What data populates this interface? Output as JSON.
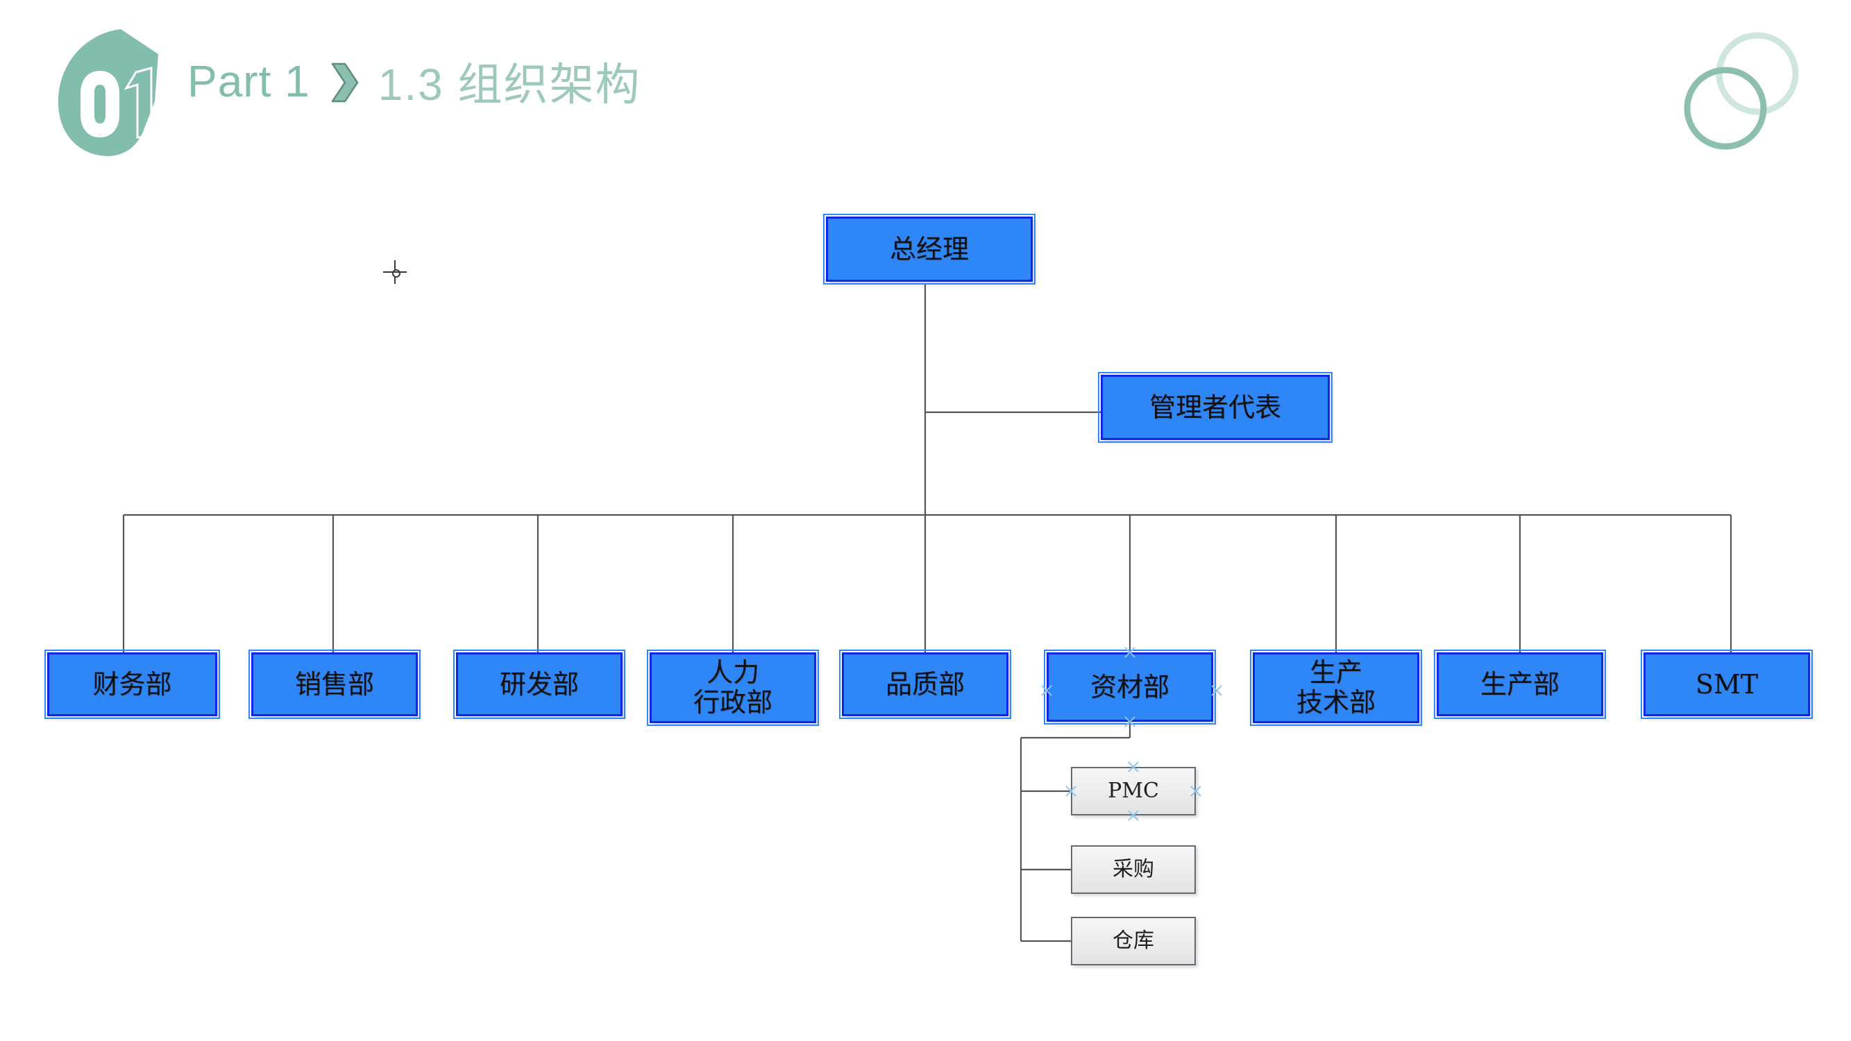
{
  "slide": {
    "background_color": "#ffffff",
    "accent_color": "#83bdad",
    "node_fill": "#2f87f7",
    "node_border": "#0b27e8",
    "sub_node_fill": "#ececec",
    "sub_node_border": "#5f6a72"
  },
  "header": {
    "badge_number": "01",
    "part_label": "Part 1",
    "chevron_icon": "chevron-right-icon",
    "section_label": "1.3 组织架构",
    "decoration_icon": "two-overlapping-circles-icon"
  },
  "chart_data": {
    "type": "diagram",
    "title": "1.3 组织架构",
    "root": {
      "label": "总经理"
    },
    "staff": [
      {
        "label": "管理者代表"
      }
    ],
    "departments": [
      {
        "label": "财务部"
      },
      {
        "label": "销售部"
      },
      {
        "label": "研发部"
      },
      {
        "label": "人力\n行政部",
        "line1": "人力",
        "line2": "行政部"
      },
      {
        "label": "品质部"
      },
      {
        "label": "资材部",
        "selected": true
      },
      {
        "label": "生产\n技术部",
        "line1": "生产",
        "line2": "技术部"
      },
      {
        "label": "生产部"
      },
      {
        "label": "SMT"
      }
    ],
    "sub_departments": {
      "parent": "资材部",
      "items": [
        {
          "label": "PMC",
          "selected": true
        },
        {
          "label": "采购"
        },
        {
          "label": "仓库"
        }
      ]
    }
  },
  "cursor": {
    "icon": "crosshair-cursor"
  }
}
